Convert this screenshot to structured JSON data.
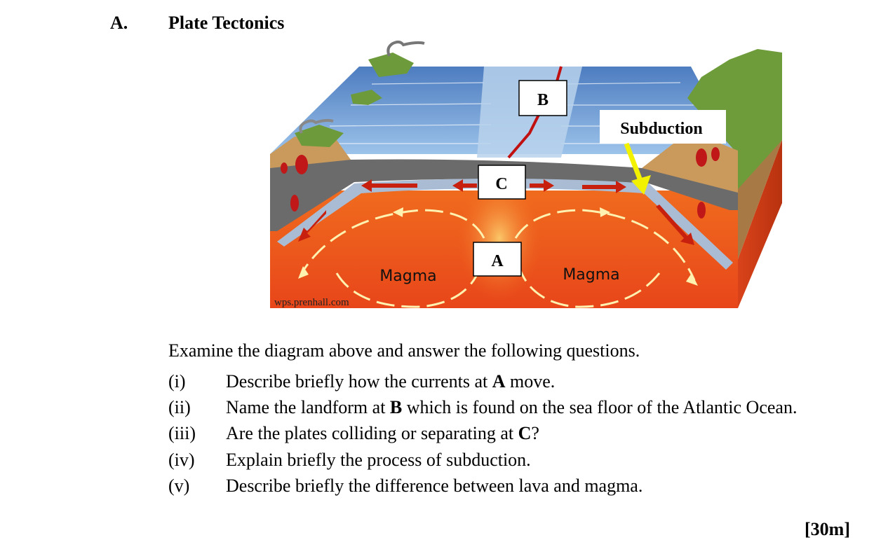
{
  "section": {
    "letter": "A.",
    "title": "Plate Tectonics"
  },
  "diagram": {
    "labels": {
      "a": "A",
      "b": "B",
      "c": "C"
    },
    "subduction_label": "Subduction",
    "magma_left": "Magma",
    "magma_right": "Magma",
    "watermark": "wps.prenhall.com"
  },
  "intro": "Examine the diagram above and answer the following questions.",
  "questions": [
    {
      "num": "(i)",
      "before": "Describe briefly how the currents at ",
      "bold": "A",
      "after": " move."
    },
    {
      "num": "(ii)",
      "before": "Name the landform at ",
      "bold": "B",
      "after": " which is found on the sea floor of the Atlantic Ocean."
    },
    {
      "num": "(iii)",
      "before": "Are the plates colliding or separating at ",
      "bold": "C",
      "after": "?"
    },
    {
      "num": "(iv)",
      "before": "Explain briefly the process of subduction.",
      "bold": "",
      "after": ""
    },
    {
      "num": "(v)",
      "before": "Describe briefly the difference between lava and magma.",
      "bold": "",
      "after": ""
    }
  ],
  "marks": "[30m]"
}
